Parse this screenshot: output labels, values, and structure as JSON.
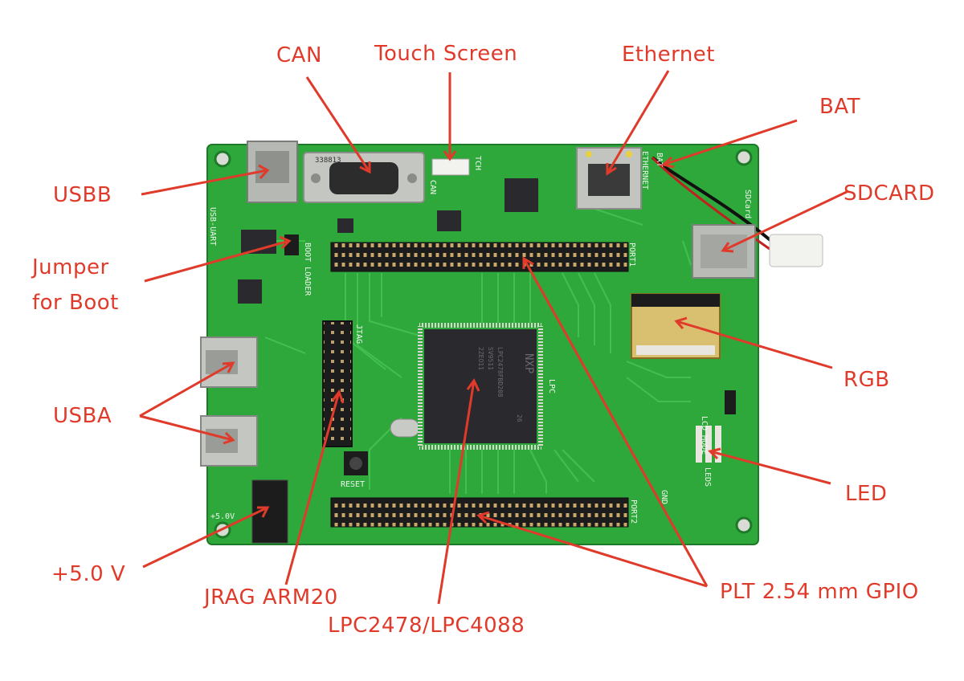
{
  "labels": {
    "usbb": "USBB",
    "can": "CAN",
    "touch_screen": "Touch Screen",
    "ethernet": "Ethernet",
    "bat": "BAT",
    "sdcard": "SDCARD",
    "jumper_boot_line1": "Jumper",
    "jumper_boot_line2": "for Boot",
    "usba": "USBA",
    "rgb": "RGB",
    "led": "LED",
    "plus5v": "+5.0 V",
    "jrag": "JRAG ARM20",
    "mcu": "LPC2478/LPC4088",
    "gpio": "PLT 2.54 mm GPIO"
  },
  "silkscreen": {
    "usb_uart": "USB-UART",
    "boot_loader": "BOOT LOADER",
    "jtag": "JTAG",
    "reset": "RESET",
    "port1": "PORT1",
    "port2": "PORT2",
    "lpc": "LPC",
    "can": "CAN",
    "tch": "TCH",
    "ethernet": "ETHERNET",
    "bat": "BAT",
    "sdcard": "SDCard",
    "leds": "LEDS",
    "lcd_mode": "LCD MODE",
    "plus5v": "+5.0V",
    "gnd": "GND",
    "chip_brand": "NXP",
    "chip_part": "LPC2478FBD208",
    "chip_line2": "SV9511",
    "chip_line3": "2ZEO11",
    "chip_line4": "26",
    "db9_code": "338813"
  },
  "colors": {
    "label": "#e03a2a",
    "pcb": "#2ea83a",
    "pcb_dark": "#1e7a28",
    "trace": "#46c254",
    "chip": "#2a2a2e",
    "header": "#222222"
  }
}
